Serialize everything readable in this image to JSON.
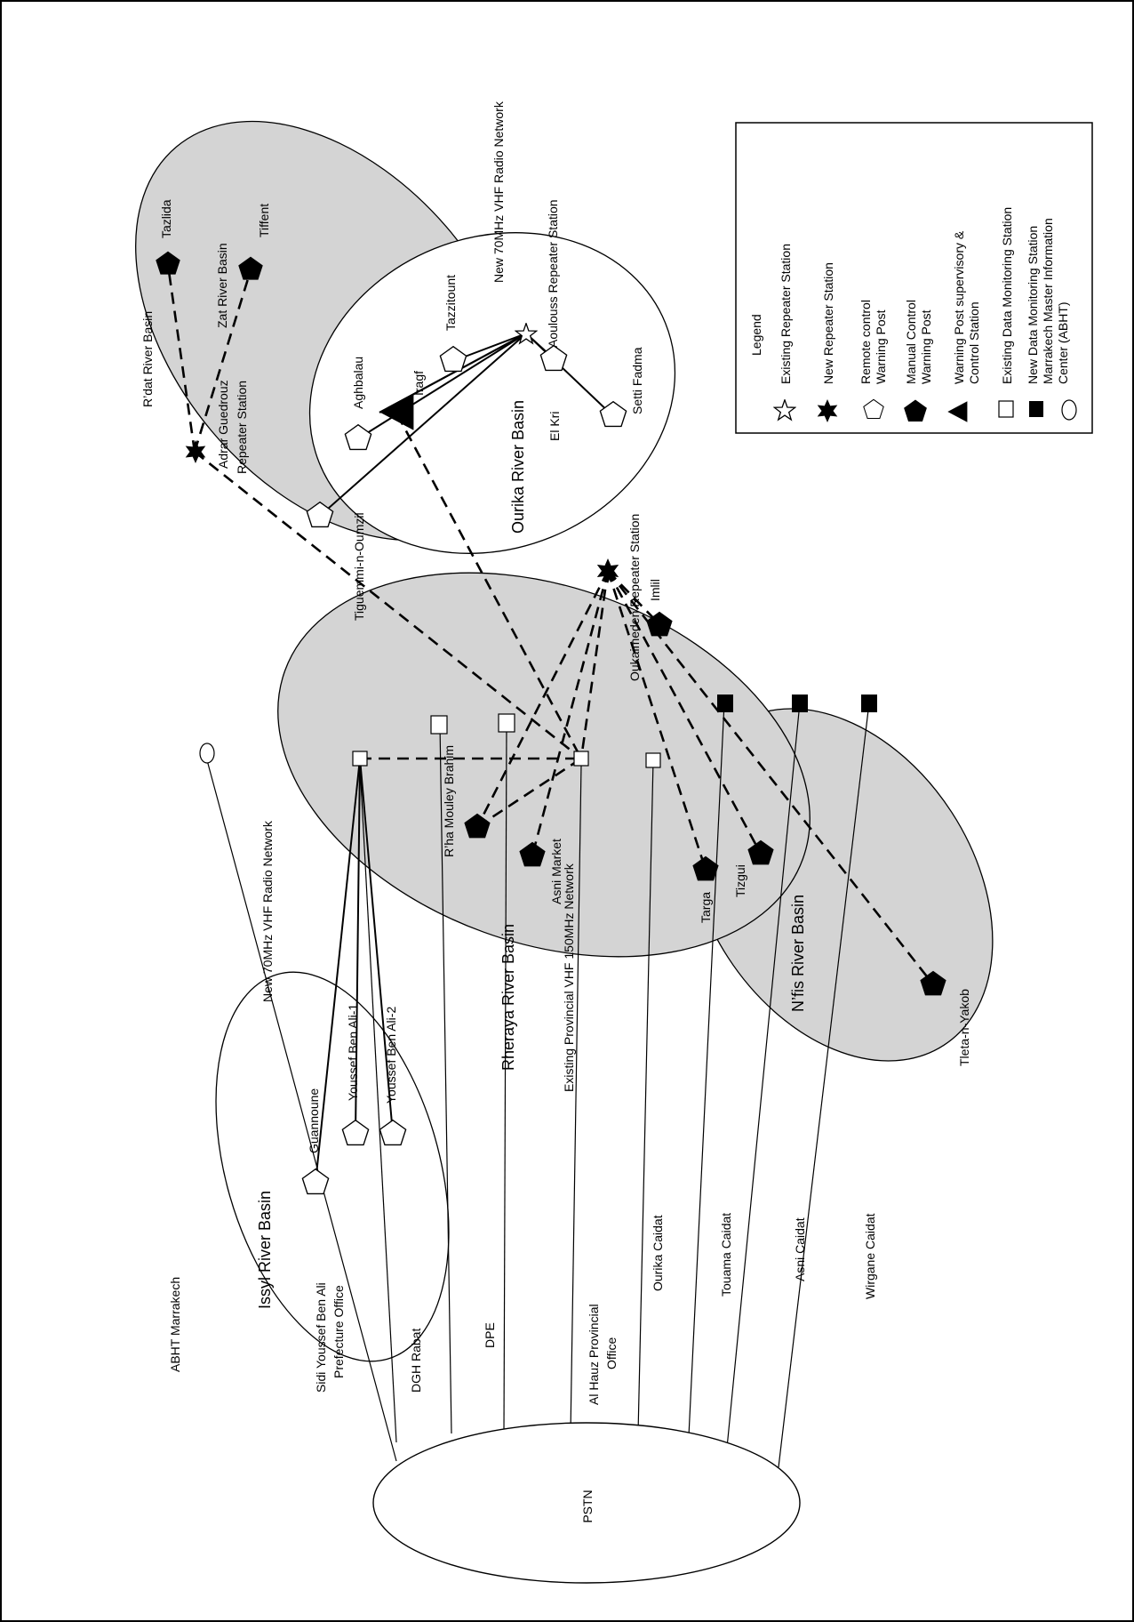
{
  "basins": {
    "rdat": "R’dat River Basin",
    "zat": "Zat River Basin",
    "ourika": "Ourika River Basin",
    "rheraya": "Rheraya River Basin",
    "nfis": "N’fis River Basin",
    "issyl": "Issyl River Basin"
  },
  "networks": {
    "vhf70_ourika": "New 70MHz VHF Radio Network",
    "vhf70_issyl": "New 70MHz VHF Radio Network",
    "vhf150": "Existing Provincial VHF 150MHz Network"
  },
  "stations": {
    "tazlida": "Tazlida",
    "tiffent": "Tiffent",
    "adrar1": "Adrar Guedrouz",
    "adrar2": "Repeater Station",
    "aoulouss": "Aoulouss Repeater Station",
    "tazzitount": "Tazzitount",
    "aghbalau": "Aghbalau",
    "iragf": "Iragf",
    "elkri": "El Kri",
    "setti": "Setti Fadma",
    "tiguemmi": "Tiguemmi-n-Oumzil",
    "oukaimeden": "Oukaimeden Repeater Station",
    "imlil": "Imlil",
    "rha": "R’ha Mouley Brahim",
    "asni_market": "Asni Market",
    "targa": "Targa",
    "tizgui": "Tizgui",
    "tleta": "Tleta-n-Yakob",
    "guannoune": "Guannoune",
    "youssef1": "Youssef Ben Ali-1",
    "youssef2": "Youssef Ben Ali-2"
  },
  "offices": {
    "abht": "ABHT Marrakech",
    "sidi1": "Sidi Youssef Ben Ali",
    "sidi2": "Prefecture Office",
    "dgh": "DGH Rabat",
    "dpe": "DPE",
    "alhauz1": "Al Hauz Provincial",
    "alhauz2": "Office",
    "ourika_caidat": "Ourika Caidat",
    "touama": "Touama Caidat",
    "asni_caidat": "Asni Caidat",
    "wirgane": "Wirgane Caidat",
    "pstn": "PSTN"
  },
  "legend": {
    "title": "Legend",
    "items": [
      {
        "icon": "existing-repeater-station-icon",
        "lines": [
          "Existing Repeater Station"
        ]
      },
      {
        "icon": "new-repeater-station-icon",
        "lines": [
          "New Repeater Station"
        ]
      },
      {
        "icon": "remote-control-warning-post-icon",
        "lines": [
          "Remote control",
          "Warning Post"
        ]
      },
      {
        "icon": "manual-control-warning-post-icon",
        "lines": [
          "Manual Control",
          "Warning Post"
        ]
      },
      {
        "icon": "warning-post-supervisory-control-station-icon",
        "lines": [
          "Warning Post supervisory &",
          "Control Station"
        ]
      },
      {
        "icon": "existing-data-monitoring-station-icon",
        "lines": [
          "Existing Data Monitoring Station"
        ]
      },
      {
        "icon": "new-data-monitoring-station-icon",
        "lines": [
          "New Data Monitoring Station"
        ]
      },
      {
        "icon": "marrakech-master-information-center-icon",
        "lines": [
          "Marrakech Master Information",
          "Center (ABHT)"
        ]
      }
    ]
  }
}
